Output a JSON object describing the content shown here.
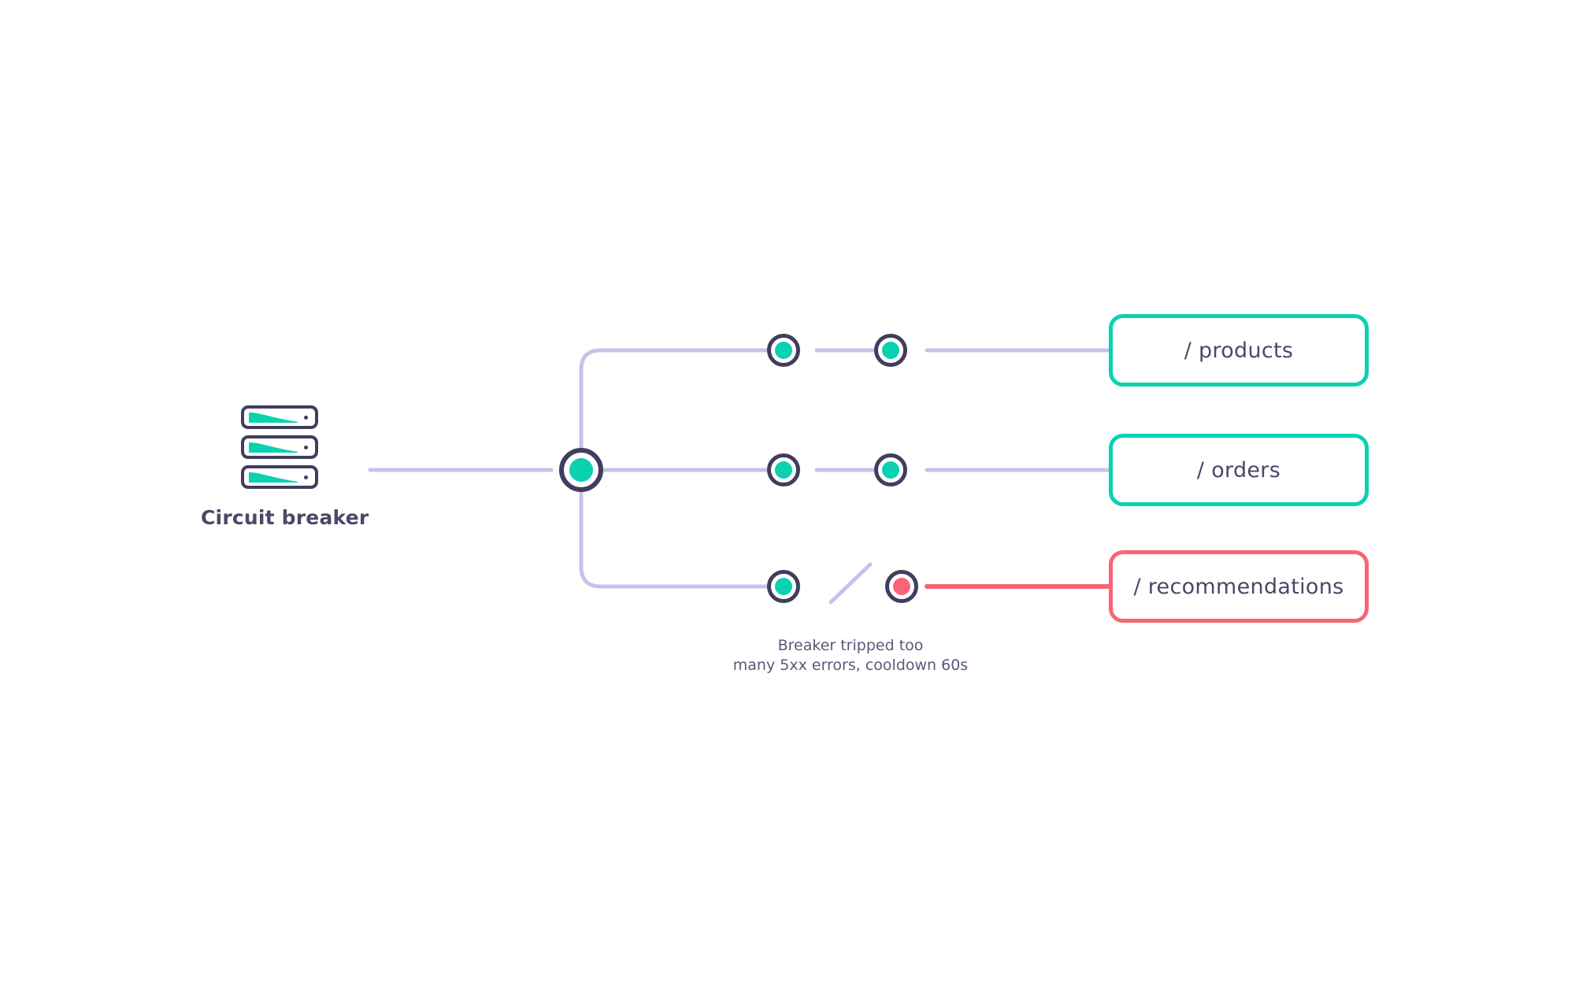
{
  "diagram": {
    "source": {
      "label": "Circuit breaker",
      "icon": "server-stack-icon",
      "slots": 3
    },
    "hub": {
      "name": "router-hub-node",
      "status": "ok"
    },
    "rows": [
      {
        "id": "products",
        "endpoint_label": "/ products",
        "status": "ok",
        "node_in_status": "ok",
        "node_out_status": "ok",
        "link_broken": false,
        "line_color": "#c5c3e8"
      },
      {
        "id": "orders",
        "endpoint_label": "/ orders",
        "status": "ok",
        "node_in_status": "ok",
        "node_out_status": "ok",
        "link_broken": false,
        "line_color": "#c5c3e8"
      },
      {
        "id": "recommendations",
        "endpoint_label": "/ recommendations",
        "status": "fail",
        "node_in_status": "ok",
        "node_out_status": "fail",
        "link_broken": true,
        "line_color": "#fa6476"
      }
    ],
    "caption": "Breaker tripped too\nmany 5xx errors, cooldown 60s",
    "colors": {
      "teal": "#0ad1b0",
      "navy": "#413d5e",
      "red": "#fa6476",
      "wire": "#c5c3e8",
      "text": "#4b4869",
      "background": "#ffffff"
    }
  }
}
